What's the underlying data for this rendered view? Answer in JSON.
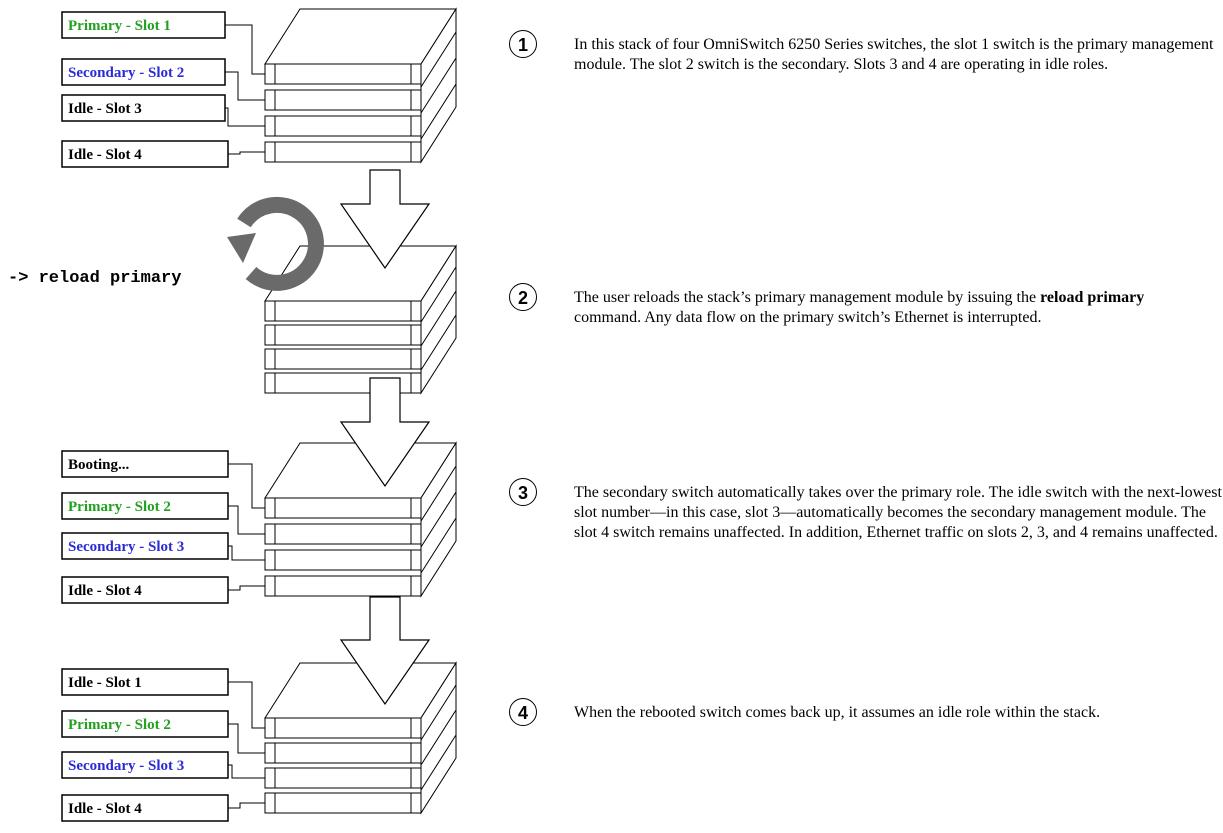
{
  "colors": {
    "primary": "#22a020",
    "secondary": "#2a2ad8",
    "idle": "#000000",
    "reload_icon": "#6a6a6a"
  },
  "stages": [
    {
      "labels": [
        {
          "text": "Primary - Slot 1",
          "role": "primary"
        },
        {
          "text": "Secondary - Slot 2",
          "role": "secondary"
        },
        {
          "text": "Idle - Slot 3",
          "role": "idle"
        },
        {
          "text": "Idle - Slot 4",
          "role": "idle"
        }
      ]
    },
    {
      "command": "-> reload primary",
      "icon": "reload-icon"
    },
    {
      "labels": [
        {
          "text": "Booting...",
          "role": "idle"
        },
        {
          "text": "Primary - Slot 2",
          "role": "primary"
        },
        {
          "text": "Secondary - Slot 3",
          "role": "secondary"
        },
        {
          "text": "Idle - Slot 4",
          "role": "idle"
        }
      ]
    },
    {
      "labels": [
        {
          "text": "Idle - Slot 1",
          "role": "idle"
        },
        {
          "text": "Primary - Slot 2",
          "role": "primary"
        },
        {
          "text": "Secondary - Slot 3",
          "role": "secondary"
        },
        {
          "text": "Idle - Slot 4",
          "role": "idle"
        }
      ]
    }
  ],
  "steps": [
    {
      "number": "1",
      "text": "In this stack of four OmniSwitch 6250 Series switches, the slot 1 switch is the primary management module. The slot 2 switch is the secondary. Slots 3 and 4 are operating in idle roles."
    },
    {
      "number": "2",
      "before": "The user reloads the stack’s primary management module by issuing the ",
      "bold": "reload primary",
      "after": " command. Any data flow on the primary switch’s Ethernet is interrupted."
    },
    {
      "number": "3",
      "text": "The secondary switch automatically takes over the primary role. The idle switch with the next-lowest slot number—in this case, slot 3—automatically becomes the secondary management module. The slot 4 switch remains unaffected. In addition, Ethernet traffic on slots 2, 3, and 4 remains unaffected."
    },
    {
      "number": "4",
      "text": "When the rebooted switch comes back up, it assumes an idle role within the stack."
    }
  ]
}
